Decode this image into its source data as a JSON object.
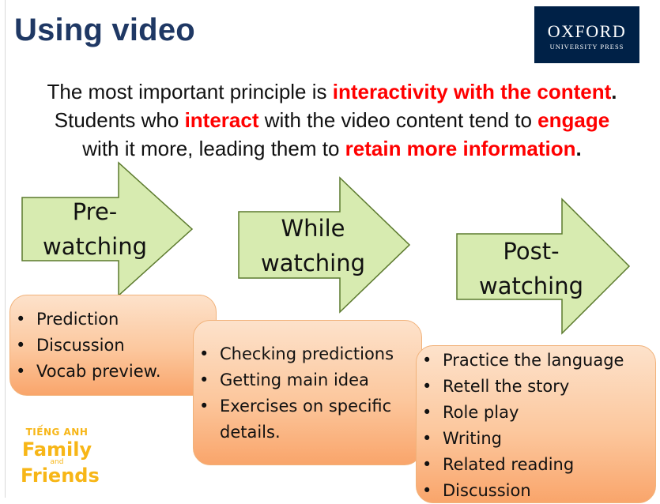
{
  "slide": {
    "title": "Using video",
    "logo": {
      "name": "OXFORD",
      "sub": "UNIVERSITY PRESS"
    },
    "principle": {
      "l1a": "The most important principle is ",
      "l1b": "interactivity with the content",
      "l1c": ".",
      "l2a": "Students who ",
      "l2b": "interact",
      "l2c": " with the video content tend to ",
      "l2d": "engage",
      "l3a": "with it more, leading them to ",
      "l3b": "retain more information",
      "l3c": "."
    },
    "stages": [
      {
        "line1": "Pre-",
        "line2": "watching",
        "items": [
          "Prediction",
          "Discussion",
          "Vocab preview."
        ]
      },
      {
        "line1": "While",
        "line2": "watching",
        "items": [
          "Checking predictions",
          "Getting main idea",
          "Exercises on specific details."
        ]
      },
      {
        "line1": "Post-",
        "line2": "watching",
        "items": [
          "Practice the language",
          "Retell the story",
          "Role play",
          "Writing",
          "Related reading",
          "Discussion"
        ]
      }
    ],
    "brand": {
      "line1": "TIẾNG ANH",
      "line2": "Family",
      "line3": "and",
      "line4": "Friends"
    },
    "colors": {
      "title": "#1f3864",
      "highlight": "#ff0000",
      "arrow_fill": "#d7ebb0",
      "arrow_stroke": "#5c7a2e",
      "box_fill": "#fcc79d",
      "oxford_bg": "#002147"
    }
  }
}
